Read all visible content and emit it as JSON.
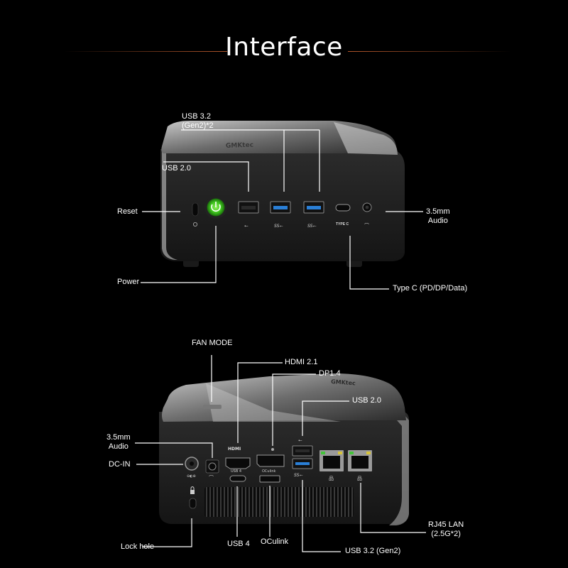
{
  "title": "Interface",
  "front": {
    "labels": {
      "usb32_gen2": "USB 3.2\n(Gen2)*2",
      "usb20": "USB 2.0",
      "reset": "Reset",
      "audio": "3.5mm\nAudio",
      "power": "Power",
      "typec": "Type C (PD/DP/Data)"
    },
    "brand": "GMKtec",
    "port_text": {
      "type_c": "TYPE C",
      "usb_ss": "SS"
    }
  },
  "rear": {
    "labels": {
      "fan_mode": "FAN MODE",
      "hdmi": "HDMI 2.1",
      "dp": "DP1.4",
      "usb20": "USB 2.0",
      "audio": "3.5mm\nAudio",
      "dcin": "DC-IN",
      "lock_hole": "Lock hole",
      "usb4": "USB 4",
      "oculink": "OCulink",
      "usb32": "USB 3.2 (Gen2)",
      "rj45": "RJ45 LAN\n(2.5G*2)"
    },
    "port_text": {
      "hdmi": "HDMI",
      "usb4": "USB 4",
      "oculink": "OCulink"
    }
  },
  "colors": {
    "accent_line": "#b0552a",
    "power_green": "#3ec41d",
    "usb3_blue": "#2a7fd6",
    "led_green": "#43c33a",
    "led_yellow": "#d7c43b"
  }
}
